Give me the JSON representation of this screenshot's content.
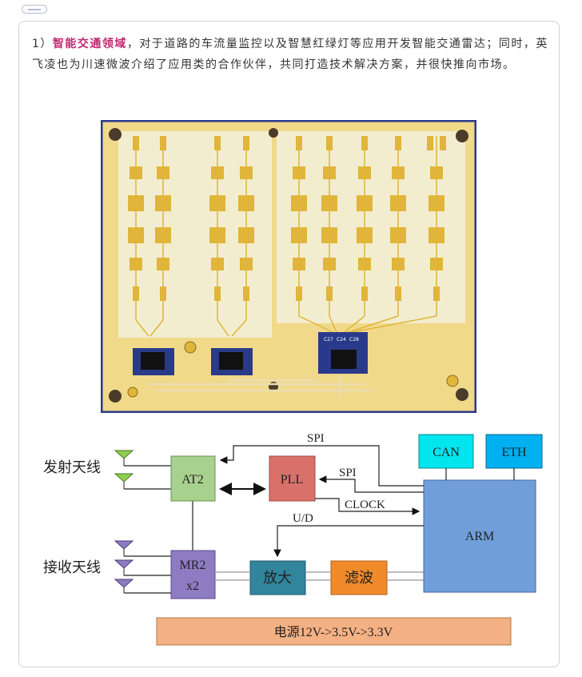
{
  "paragraph": {
    "number": "1）",
    "highlight": "智能交通领域",
    "text": "，对于道路的车流量监控以及智慧红绿灯等应用开发智能交通雷达；同时，英飞凌也为川速微波介绍了应用类的合作伙伴，共同打造技术解决方案，并很快推向市场。"
  },
  "photo": {
    "chip_labels": {
      "c27": "C27",
      "c24": "C24",
      "c28": "C28"
    }
  },
  "diagram": {
    "tx_antenna": "发射天线",
    "rx_antenna": "接收天线",
    "at2": "AT2",
    "pll": "PLL",
    "mr2_line1": "MR2",
    "mr2_line2": "x2",
    "can": "CAN",
    "eth": "ETH",
    "arm": "ARM",
    "amp": "放大",
    "filter": "滤波",
    "power": "电源12V->3.5V->3.3V",
    "spi_top": "SPI",
    "spi_pll": "SPI",
    "clock": "CLOCK",
    "ud": "U/D"
  },
  "colors": {
    "at2": "#a9d18e",
    "pll": "#d9706a",
    "mr2": "#8e7cc3",
    "can": "#00e5ee",
    "eth": "#00b0f0",
    "arm": "#6f9ed9",
    "amp": "#31859c",
    "filter": "#f08a2b",
    "power": "#f4b183",
    "highlight": "#c0286f",
    "pcb": "#f1d98a",
    "pcb_border": "#2a3a8a"
  }
}
